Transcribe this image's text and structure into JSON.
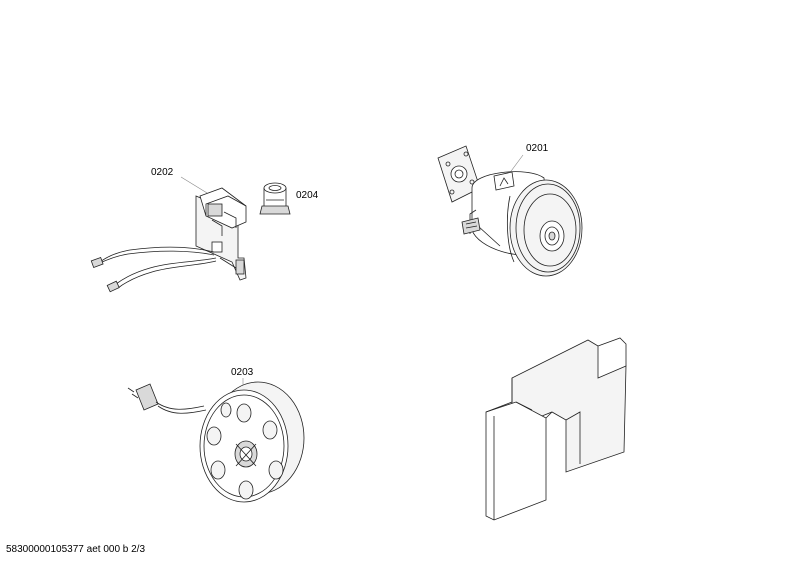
{
  "parts": [
    {
      "id": "switch-assembly",
      "label": "0202"
    },
    {
      "id": "capacitor",
      "label": "0204"
    },
    {
      "id": "motor",
      "label": "0201"
    },
    {
      "id": "cable-reel",
      "label": "0203"
    }
  ],
  "footer": {
    "text": "58300000105377 aet 000 b 2/3"
  }
}
